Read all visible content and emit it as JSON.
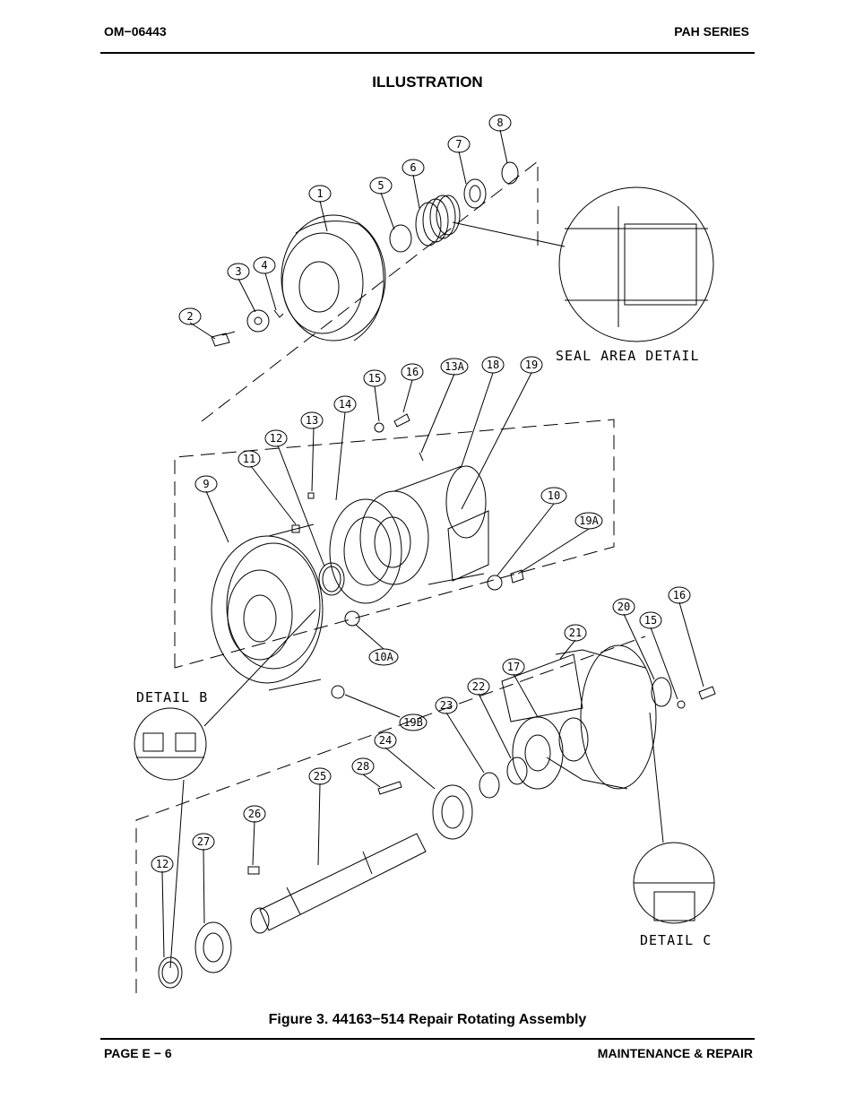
{
  "header": {
    "left": "OM−06443",
    "right": "PAH SERIES"
  },
  "section_title": "ILLUSTRATION",
  "figure_caption": "Figure 3.  44163−514 Repair Rotating Assembly",
  "footer": {
    "left": "PAGE E − 6",
    "right": "MAINTENANCE & REPAIR"
  },
  "detail_labels": {
    "seal_area": "SEAL AREA DETAIL",
    "detail_b": "DETAIL B",
    "detail_c": "DETAIL C"
  },
  "callouts": [
    "1",
    "2",
    "3",
    "4",
    "5",
    "6",
    "7",
    "8",
    "9",
    "10",
    "10A",
    "11",
    "12",
    "13",
    "13A",
    "14",
    "15",
    "16",
    "17",
    "18",
    "19",
    "19A",
    "19B",
    "20",
    "21",
    "22",
    "23",
    "24",
    "25",
    "26",
    "27",
    "28",
    "12",
    "15",
    "16"
  ]
}
